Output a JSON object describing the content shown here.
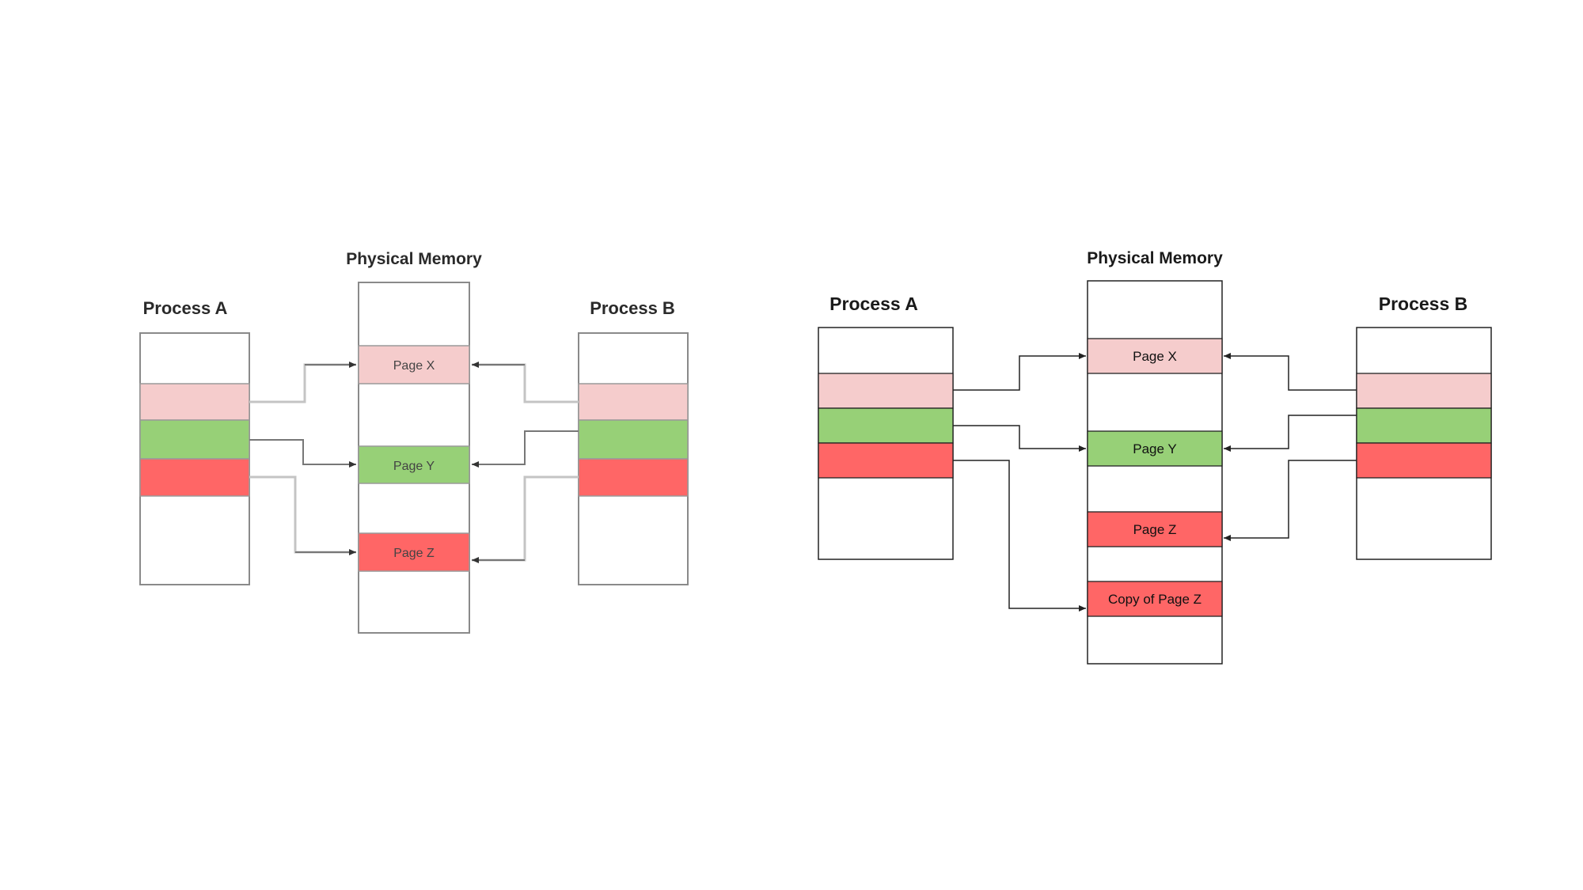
{
  "colors": {
    "page_x": "#f5cccc",
    "page_y": "#97d077",
    "page_z": "#ff6666"
  },
  "diagrams": [
    {
      "id": "before",
      "physical_memory_title": "Physical Memory",
      "process_a_title": "Process A",
      "process_b_title": "Process B",
      "pages": [
        "Page X",
        "Page Y",
        "Page Z"
      ]
    },
    {
      "id": "after",
      "physical_memory_title": "Physical Memory",
      "process_a_title": "Process A",
      "process_b_title": "Process B",
      "pages": [
        "Page X",
        "Page Y",
        "Page Z",
        "Copy of Page Z"
      ]
    }
  ]
}
